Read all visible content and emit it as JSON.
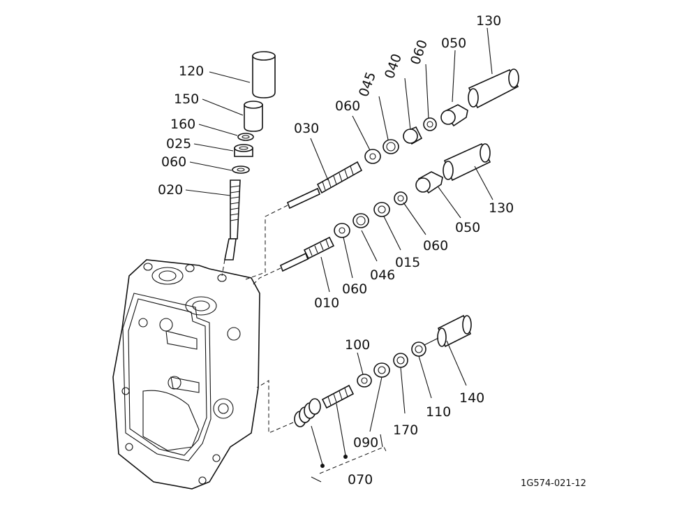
{
  "diagram": {
    "drawing_number": "1G574-021-12",
    "callouts": [
      {
        "id": "c120a",
        "text": "120"
      },
      {
        "id": "c150",
        "text": "150"
      },
      {
        "id": "c160",
        "text": "160"
      },
      {
        "id": "c025",
        "text": "025"
      },
      {
        "id": "c060a",
        "text": "060"
      },
      {
        "id": "c020",
        "text": "020"
      },
      {
        "id": "c030",
        "text": "030"
      },
      {
        "id": "c060b",
        "text": "060"
      },
      {
        "id": "c045",
        "text": "045"
      },
      {
        "id": "c040",
        "text": "040"
      },
      {
        "id": "c060c",
        "text": "060"
      },
      {
        "id": "c050a",
        "text": "050"
      },
      {
        "id": "c130a",
        "text": "130"
      },
      {
        "id": "c130b",
        "text": "130"
      },
      {
        "id": "c050b",
        "text": "050"
      },
      {
        "id": "c060d",
        "text": "060"
      },
      {
        "id": "c015",
        "text": "015"
      },
      {
        "id": "c046",
        "text": "046"
      },
      {
        "id": "c060e",
        "text": "060"
      },
      {
        "id": "c010",
        "text": "010"
      },
      {
        "id": "c100",
        "text": "100"
      },
      {
        "id": "c140",
        "text": "140"
      },
      {
        "id": "c110",
        "text": "110"
      },
      {
        "id": "c170",
        "text": "170"
      },
      {
        "id": "c090",
        "text": "090"
      },
      {
        "id": "c070",
        "text": "070"
      }
    ]
  }
}
